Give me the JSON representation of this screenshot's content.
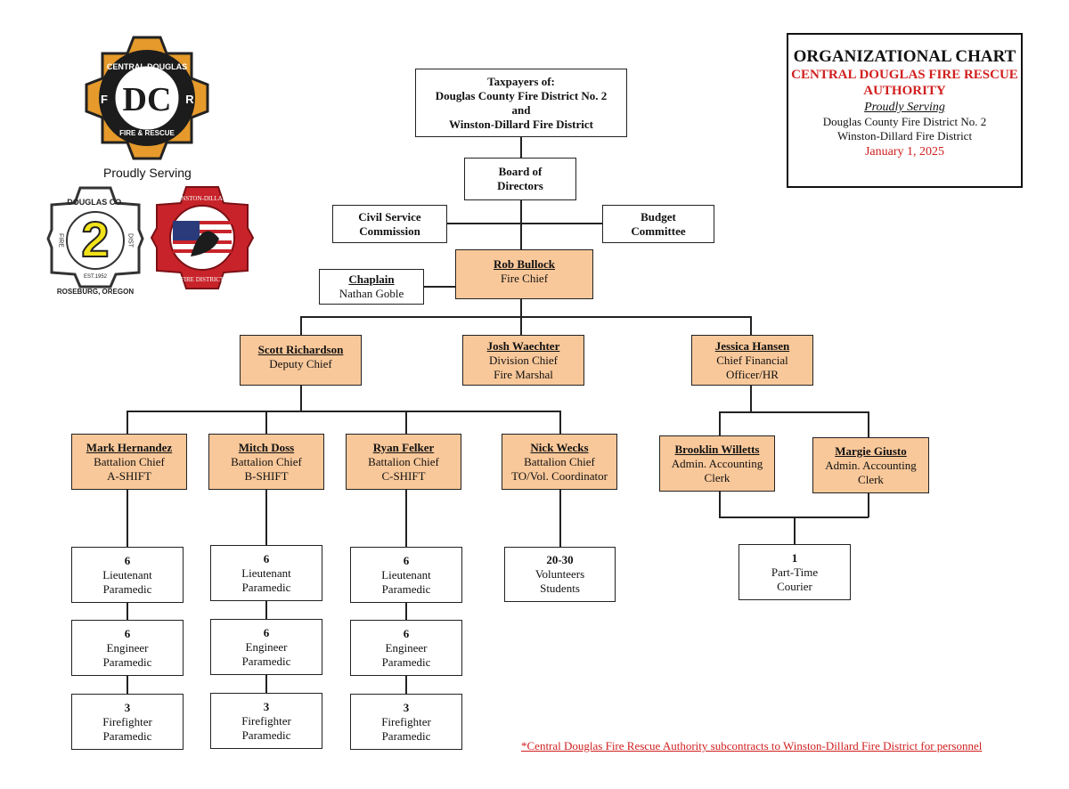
{
  "header": {
    "title": "ORGANIZATIONAL CHART",
    "org": "CENTRAL DOUGLAS FIRE RESCUE AUTHORITY",
    "serving": "Proudly Serving",
    "district1": "Douglas County Fire District No. 2",
    "district2": "Winston-Dillard Fire District",
    "date": "January 1, 2025"
  },
  "logos": {
    "proudly_serving": "Proudly Serving",
    "main_ring_top": "CENTRAL DOUGLAS",
    "main_ring_bottom": "FIRE & RESCUE",
    "main_letters": "DC",
    "main_f": "F",
    "main_r": "R",
    "dc_top": "DOUGLAS CO.",
    "dc_number": "2",
    "dc_fire": "FIRE",
    "dc_dist": "DIST",
    "dc_est": "EST.1952",
    "dc_city": "ROSEBURG, OREGON",
    "wd_top": "WINSTON-DILLARD",
    "wd_bottom": "FIRE DISTRICT"
  },
  "taxpayers": {
    "line1": "Taxpayers of:",
    "line2": "Douglas County Fire District No. 2",
    "line3": "and",
    "line4": "Winston-Dillard Fire District"
  },
  "board": {
    "line1": "Board of",
    "line2": "Directors"
  },
  "civil": {
    "line1": "Civil Service",
    "line2": "Commission"
  },
  "budget": {
    "line1": "Budget",
    "line2": "Committee"
  },
  "chief": {
    "name": "Rob Bullock",
    "title": "Fire Chief"
  },
  "chaplain": {
    "title": "Chaplain",
    "name": "Nathan Goble"
  },
  "deputy": {
    "name": "Scott Richardson",
    "title": "Deputy Chief"
  },
  "division": {
    "name": "Josh Waechter",
    "title1": "Division Chief",
    "title2": "Fire Marshal"
  },
  "finance": {
    "name": "Jessica Hansen",
    "title1": "Chief Financial",
    "title2": "Officer/HR"
  },
  "bc": [
    {
      "name": "Mark Hernandez",
      "title": "Battalion Chief",
      "shift": "A-SHIFT"
    },
    {
      "name": "Mitch Doss",
      "title": "Battalion Chief",
      "shift": "B-SHIFT"
    },
    {
      "name": "Ryan Felker",
      "title": "Battalion Chief",
      "shift": "C-SHIFT"
    },
    {
      "name": "Nick Wecks",
      "title": "Battalion Chief",
      "shift": "TO/Vol. Coordinator"
    }
  ],
  "clerks": [
    {
      "name": "Brooklin Willetts",
      "title1": "Admin. Accounting",
      "title2": "Clerk"
    },
    {
      "name": "Margie Giusto",
      "title1": "Admin. Accounting",
      "title2": "Clerk"
    }
  ],
  "crews": {
    "lieutenant": {
      "count": "6",
      "line1": "Lieutenant",
      "line2": "Paramedic"
    },
    "engineer": {
      "count": "6",
      "line1": "Engineer",
      "line2": "Paramedic"
    },
    "firefighter": {
      "count": "3",
      "line1": "Firefighter",
      "line2": "Paramedic"
    }
  },
  "volunteers": {
    "count": "20-30",
    "line1": "Volunteers",
    "line2": "Students"
  },
  "courier": {
    "count": "1",
    "line1": "Part-Time",
    "line2": "Courier"
  },
  "footnote": "*Central Douglas Fire Rescue Authority subcontracts to Winston-Dillard Fire District for personnel",
  "colors": {
    "peach": "#f9c89a",
    "red": "#d11f1f"
  }
}
